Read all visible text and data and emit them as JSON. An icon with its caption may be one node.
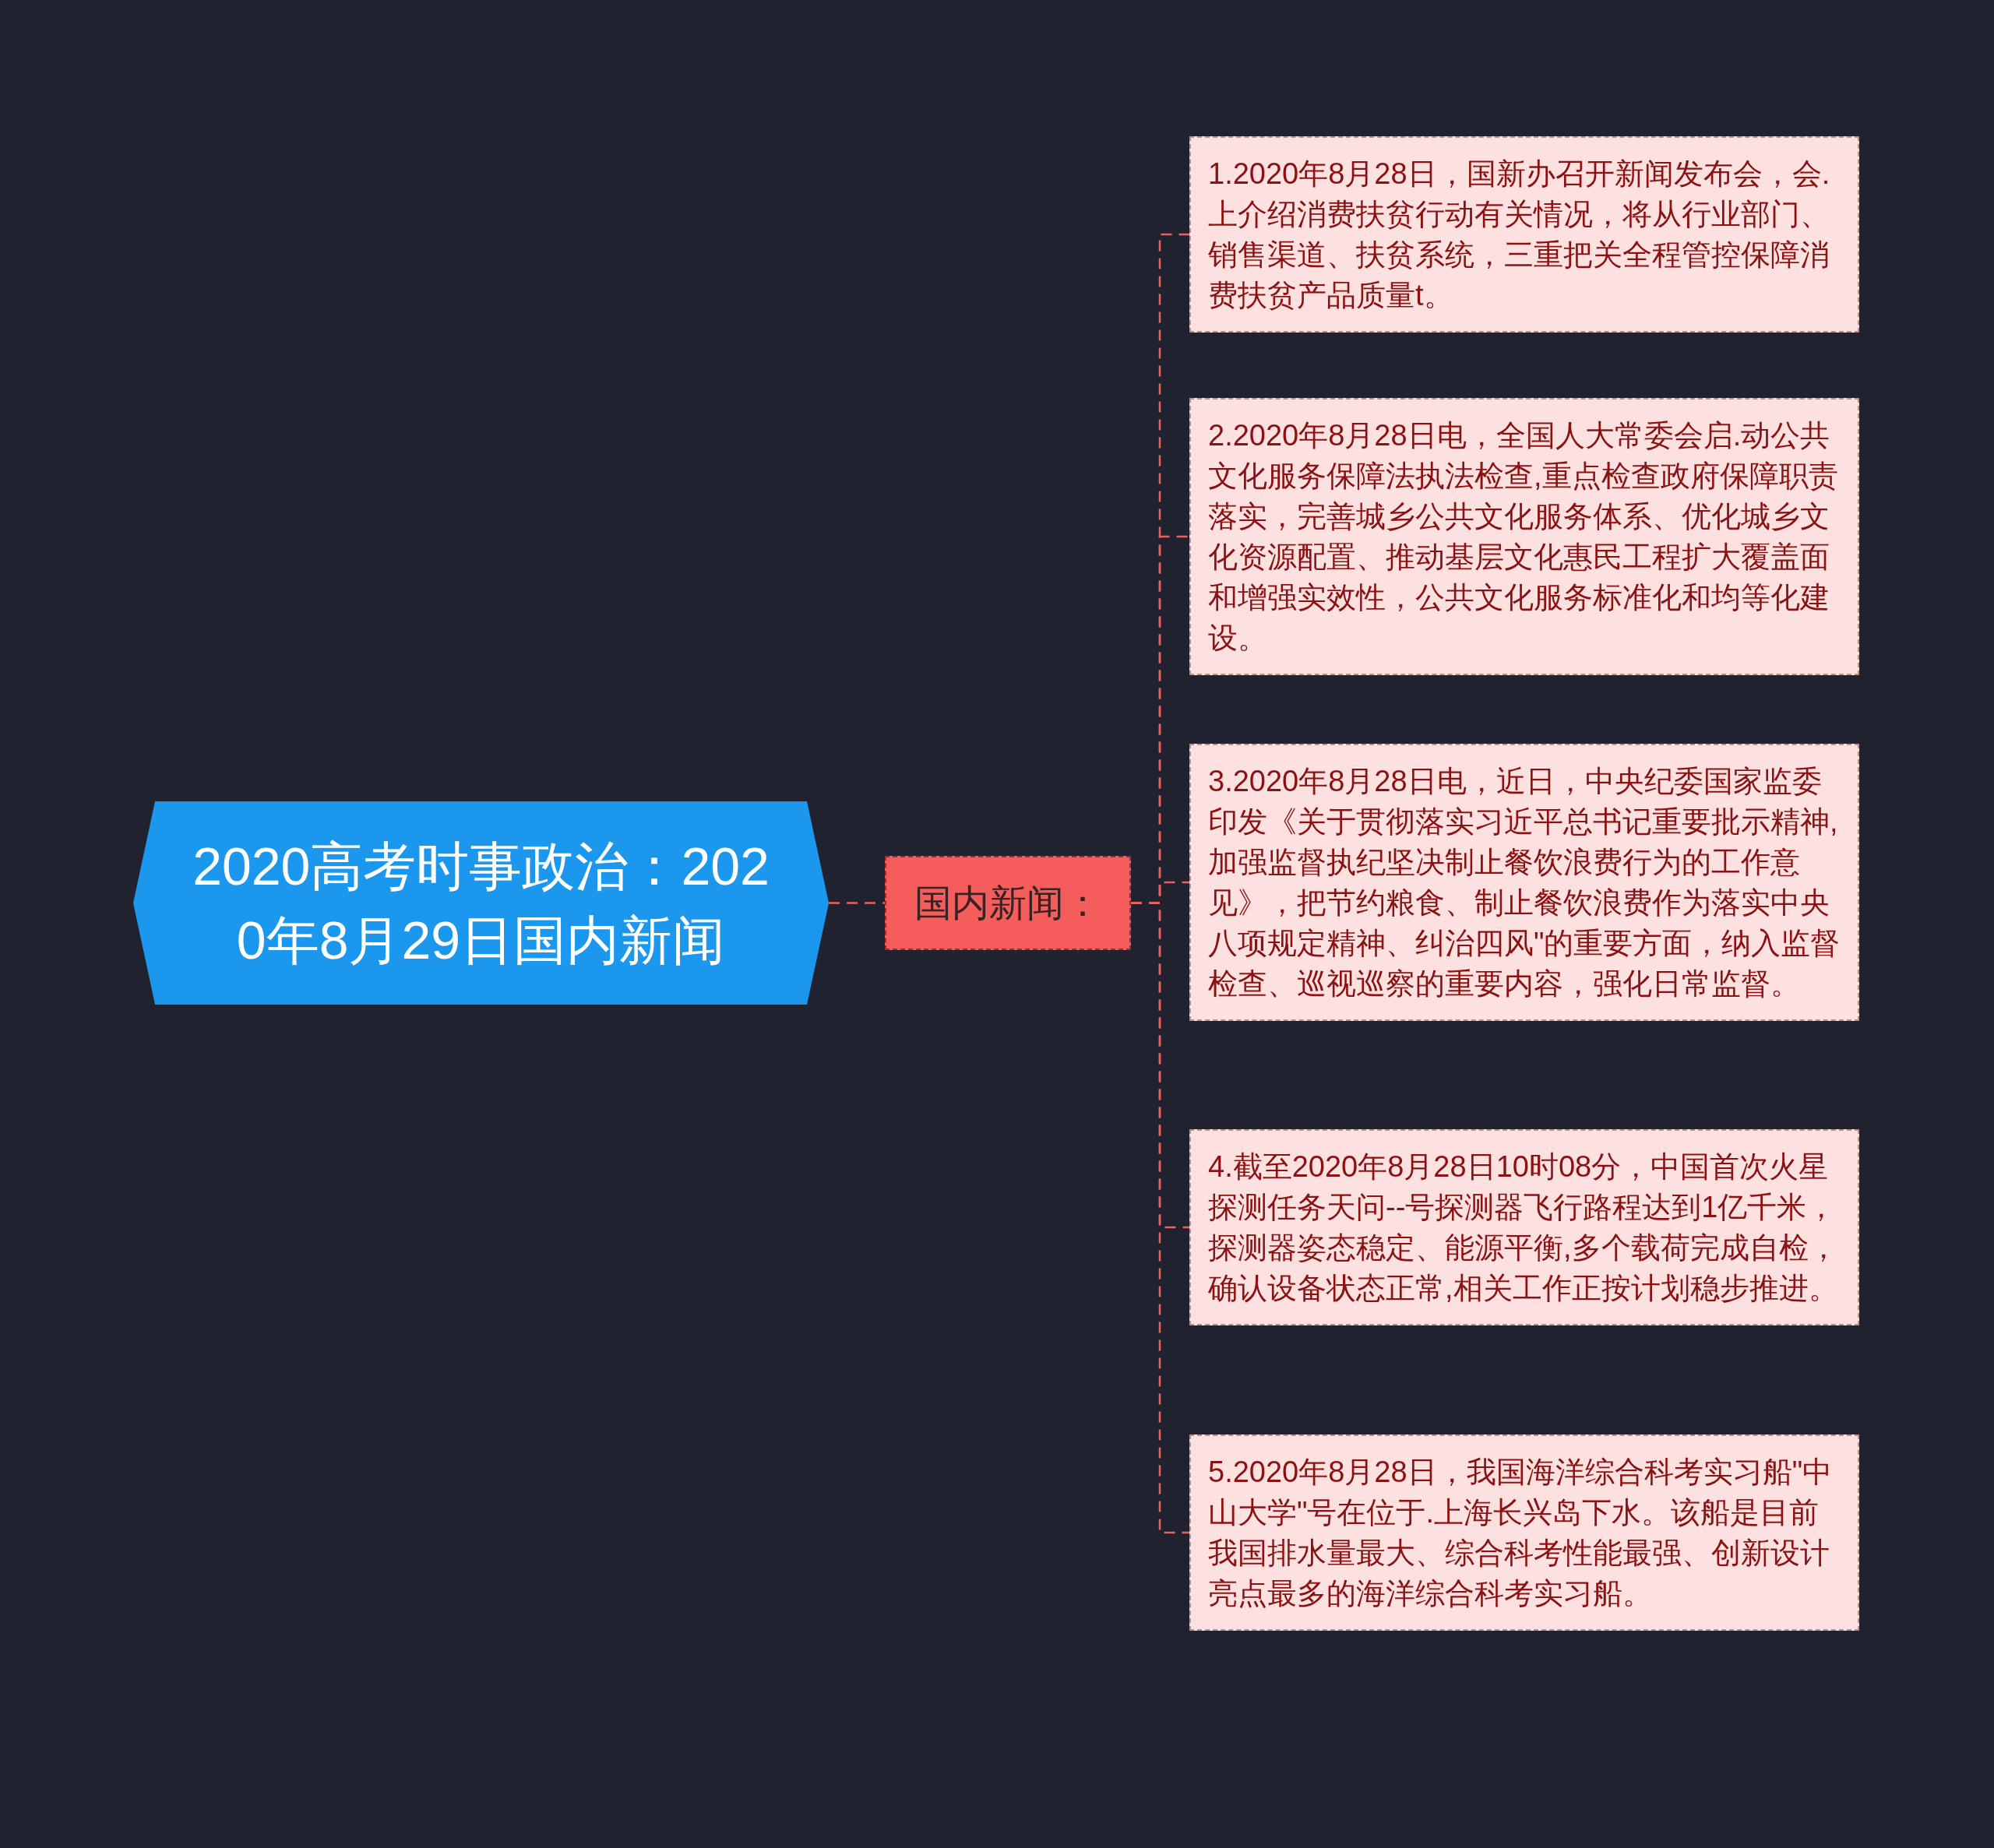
{
  "diagram": {
    "nodes": [
      {
        "text": [
          "2020高考时事政治：2020年8月29日国内新闻"
        ]
      },
      {
        "text": [
          "国内新闻："
        ]
      },
      {
        "text": [
          "1.2020年8月28日，国新办召开新闻发布会，会.上介绍消费扶贫行动有关情况，将从行业部门、销售渠道、扶贫系统，三重把关全程管控保障消费扶贫产品质量t。"
        ]
      },
      {
        "text": [
          "2.2020年8月28日电，全国人大常委会启.动公共文化服务保障法执法检查,重点检查政府保障职责落实，完善城乡公共文化服务体系、优化城乡文化资源配置、推动基层文化惠民工程扩大覆盖面和增强实效性，公共文化服务标准化和均等化建设。"
        ]
      },
      {
        "text": [
          "3.2020年8月28日电，近日，中央纪委国家监委印发《关于贯彻落实习近平总书记重要批示精神,加强监督执纪坚决制止餐饮浪费行为的工作意见》，把节约粮食、制止餐饮浪费作为落实中央八项规定精神、纠治四风\"的重要方面，纳入监督检查、巡视巡察的重要内容，强化日常监督。"
        ]
      },
      {
        "text": [
          "4.截至2020年8月28日10时08分，中国首次火星探测任务天问--号探测器飞行路程达到1亿千米，探测器姿态稳定、能源平衡,多个载荷完成自检，确认设备状态正常,相关工作正按计划稳步推进。"
        ]
      },
      {
        "text": [
          "5.2020年8月28日，我国海洋综合科考实习船\"中山大学\"号在位于.上海长兴岛下水。该船是目前我国排水量最大、综合科考性能最强、创新设计亮点最多的海洋综合科考实习船。"
        ]
      }
    ],
    "edges": [
      {
        "from": 0,
        "to": 1,
        "arrow": "none",
        "style": "dashed"
      },
      {
        "from": 1,
        "to": 2,
        "arrow": "none",
        "style": "dashed"
      },
      {
        "from": 1,
        "to": 3,
        "arrow": "none",
        "style": "dashed"
      },
      {
        "from": 1,
        "to": 4,
        "arrow": "none",
        "style": "dashed"
      },
      {
        "from": 1,
        "to": 5,
        "arrow": "none",
        "style": "dashed"
      },
      {
        "from": 1,
        "to": 6,
        "arrow": "none",
        "style": "dashed"
      }
    ]
  }
}
